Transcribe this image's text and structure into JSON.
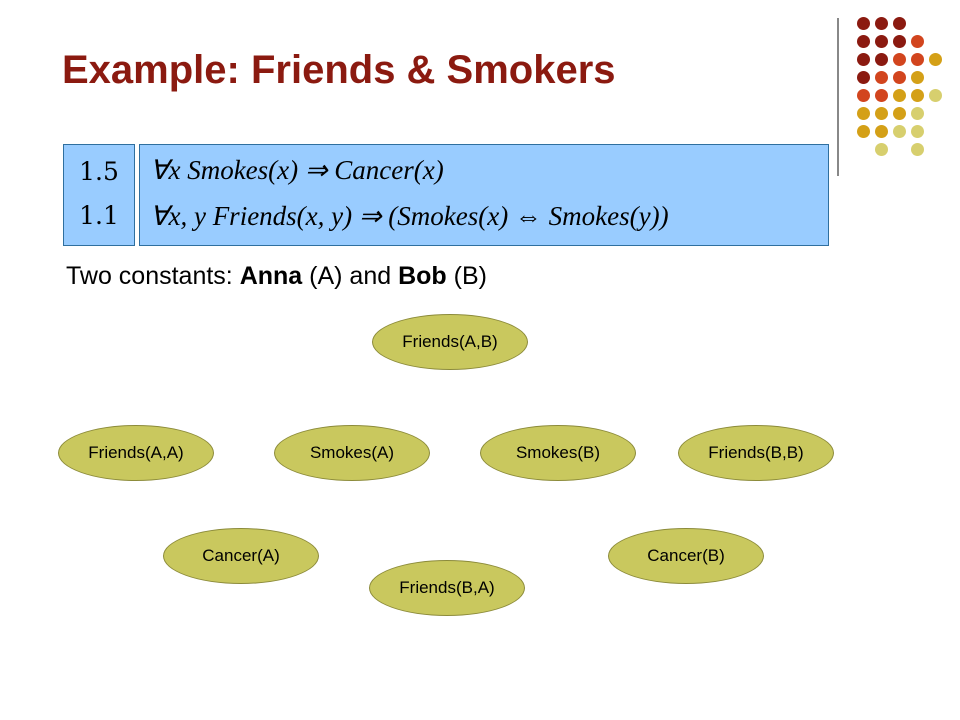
{
  "slide": {
    "title": "Example: Friends & Smokers"
  },
  "formulas": [
    {
      "weight": "1.5",
      "text": "∀x Smokes(x) ⇒ Cancer(x)"
    },
    {
      "weight": "1.1",
      "text": "∀x, y Friends(x, y) ⇒ (Smokes(x) ⇔ Smokes(y))"
    }
  ],
  "constants": {
    "prefix": "Two constants: ",
    "name1": "Anna",
    "abbr1": " (A) and ",
    "name2": "Bob",
    "abbr2": " (B)"
  },
  "nodes": [
    {
      "id": "friends-a-b",
      "label": "Friends(A,B)"
    },
    {
      "id": "friends-a-a",
      "label": "Friends(A,A)"
    },
    {
      "id": "smokes-a",
      "label": "Smokes(A)"
    },
    {
      "id": "smokes-b",
      "label": "Smokes(B)"
    },
    {
      "id": "friends-b-b",
      "label": "Friends(B,B)"
    },
    {
      "id": "cancer-a",
      "label": "Cancer(A)"
    },
    {
      "id": "friends-b-a",
      "label": "Friends(B,A)"
    },
    {
      "id": "cancer-b",
      "label": "Cancer(B)"
    }
  ],
  "colors": {
    "title": "#8b1a10",
    "formula_box": "#99ccff",
    "node_fill": "#c9c85e",
    "dot_palette": [
      "#8b1a10",
      "#d2451e",
      "#d4a017",
      "#d7cf6e"
    ]
  }
}
